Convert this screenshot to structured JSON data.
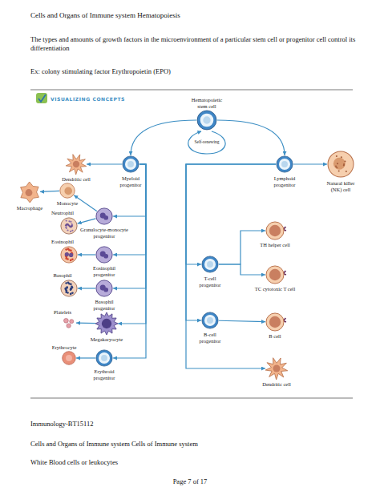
{
  "diagram": {
    "title": "Cells and Organs of Immune system Hematopoiesis",
    "nodes": [
      {
        "text": [
          "Hematopoietic stem cell"
        ]
      },
      {
        "text": [
          "Dendritic cell"
        ]
      },
      {
        "text": [
          "Myeloid progenitor"
        ]
      },
      {
        "text": [
          "Lymphoid progenitor"
        ]
      },
      {
        "text": [
          "Natural killer (NK) cell"
        ]
      },
      {
        "text": [
          "Macrophage"
        ]
      },
      {
        "text": [
          "Monocyte"
        ]
      },
      {
        "text": [
          "Neutrophil"
        ]
      },
      {
        "text": [
          "Granulocyte-monocyte progenitor"
        ]
      },
      {
        "text": [
          "Eosinophil"
        ]
      },
      {
        "text": [
          "Eosinophil progenitor"
        ]
      },
      {
        "text": [
          "T-cell progenitor"
        ]
      },
      {
        "text": [
          "TH helper cell"
        ]
      },
      {
        "text": [
          "TC cytotoxic T cell"
        ]
      },
      {
        "text": [
          "Basophil"
        ]
      },
      {
        "text": [
          "Basophil progenitor"
        ]
      },
      {
        "text": [
          "B-cell progenitor"
        ]
      },
      {
        "text": [
          "B cell"
        ]
      },
      {
        "text": [
          "Platelets"
        ]
      },
      {
        "text": [
          "Megakaryocyte"
        ]
      },
      {
        "text": [
          "Dendritic cell"
        ]
      },
      {
        "text": [
          "Erythrocyte"
        ]
      },
      {
        "text": [
          "Erythroid progenitor"
        ]
      }
    ],
    "edges": [
      {
        "from": 0,
        "to": 2,
        "arrow": "to"
      },
      {
        "from": 0,
        "to": 3,
        "arrow": "to"
      },
      {
        "from": 2,
        "to": 1,
        "arrow": "to"
      },
      {
        "from": 2,
        "to": 8,
        "arrow": "to"
      },
      {
        "from": 2,
        "to": 10,
        "arrow": "to"
      },
      {
        "from": 2,
        "to": 15,
        "arrow": "to"
      },
      {
        "from": 2,
        "to": 19,
        "arrow": "to"
      },
      {
        "from": 2,
        "to": 22,
        "arrow": "to"
      },
      {
        "from": 8,
        "to": 6,
        "arrow": "to"
      },
      {
        "from": 8,
        "to": 7,
        "arrow": "to"
      },
      {
        "from": 6,
        "to": 5,
        "arrow": "to"
      },
      {
        "from": 10,
        "to": 9,
        "arrow": "to"
      },
      {
        "from": 15,
        "to": 14,
        "arrow": "to"
      },
      {
        "from": 19,
        "to": 18,
        "arrow": "to"
      },
      {
        "from": 22,
        "to": 21,
        "arrow": "to"
      },
      {
        "from": 3,
        "to": 4,
        "arrow": "to"
      },
      {
        "from": 3,
        "to": 11,
        "arrow": "to"
      },
      {
        "from": 3,
        "to": 16,
        "arrow": "to"
      },
      {
        "from": 3,
        "to": 20,
        "arrow": "to"
      },
      {
        "from": 11,
        "to": 12,
        "arrow": "to"
      },
      {
        "from": 11,
        "to": 13,
        "arrow": "to"
      },
      {
        "from": 16,
        "to": 17,
        "arrow": "to"
      }
    ],
    "labels": [
      "The types and amounts of growth factors in the microenvironment of a particular stem cell or progenitor cell control its differentiation",
      "Ex: colony stimulating factor Erythropoietin (EPO)",
      "VISUALIZING CONCEPTS",
      "Self-renewing",
      "Immunology-BT15112",
      "Cells and Organs of Immune system Cells of Immune system",
      "White Blood cells or leukocytes",
      "Page 7 of 17"
    ]
  }
}
